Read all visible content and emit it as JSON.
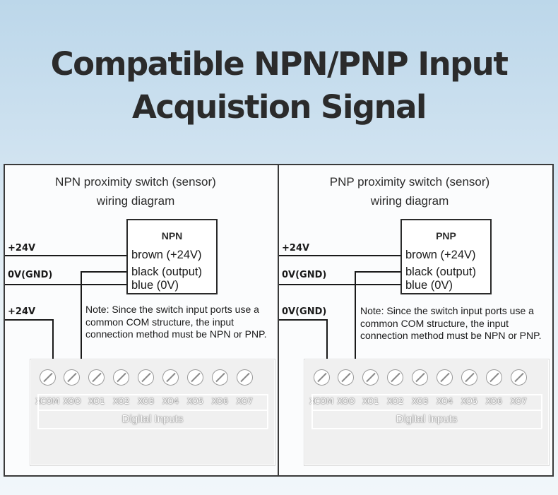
{
  "title": {
    "line1": "Compatible NPN/PNP Input",
    "line2": "Acquistion Signal"
  },
  "npn": {
    "title_line1": "NPN proximity switch (sensor)",
    "title_line2": "wiring diagram",
    "sensor_name": "NPN",
    "wire_label_top": "+24V",
    "wire_label_mid": "0V(GND)",
    "wire_label_bottom": "+24V",
    "brown": "brown (+24V)",
    "black": "black (output)",
    "blue": "blue (0V)",
    "note": "Note: Since the switch input ports use a common COM structure, the input connection method must be NPN or PNP.",
    "terminals": [
      "XCOM",
      "XOO",
      "XO1",
      "XO2",
      "XO3",
      "XO4",
      "XO5",
      "XO6",
      "XO7"
    ],
    "block_label": "Digital Inputs"
  },
  "pnp": {
    "title_line1": "PNP proximity switch (sensor)",
    "title_line2": "wiring diagram",
    "sensor_name": "PNP",
    "wire_label_top": "+24V",
    "wire_label_mid": "0V(GND)",
    "wire_label_bottom": "0V(GND)",
    "brown": "brown (+24V)",
    "black": "black (output)",
    "blue": "blue (0V)",
    "note": "Note: Since the switch input ports use a common COM structure, the input connection method must be NPN or PNP.",
    "terminals": [
      "XCOM",
      "XOO",
      "XO1",
      "XO2",
      "XO3",
      "XO4",
      "XO5",
      "XO6",
      "XO7"
    ],
    "block_label": "Digital Inputs"
  }
}
